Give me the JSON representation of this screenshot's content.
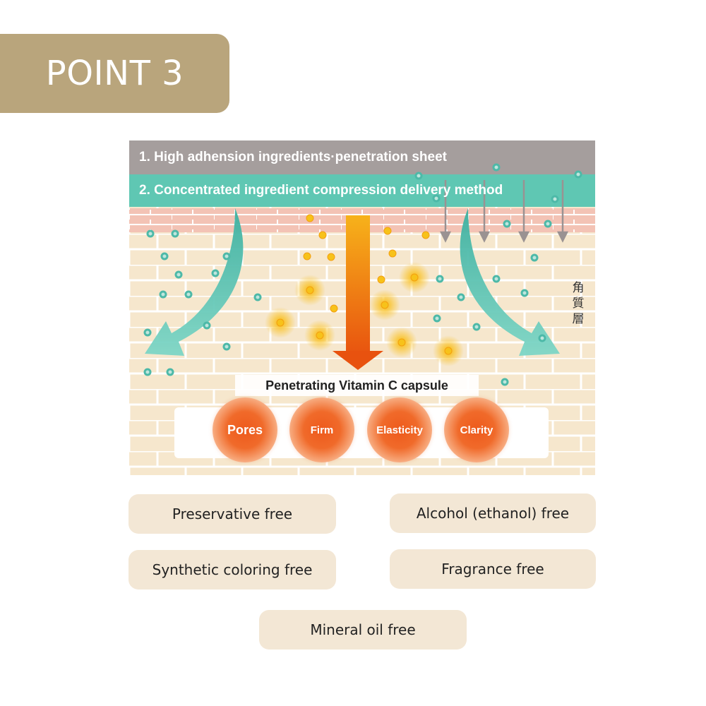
{
  "point_badge": {
    "label": "POINT 3"
  },
  "illustration": {
    "band_1": "1. High adhension ingredients·penetration sheet",
    "band_2": "2. Concentrated ingredient compression delivery method",
    "layer_label": "角質層",
    "capsule_title": "Penetrating Vitamin C capsule",
    "capsules": [
      "Pores",
      "Firm",
      "Elasticity",
      "Clarity"
    ],
    "colors": {
      "band_1": "#a59e9d",
      "band_2": "#5fc7b3",
      "teal_arrow": "#4dbcaa",
      "orange_arrow": "#ee6a17",
      "skin_brick": "#f5e6cc",
      "capsule_orange": "#ee5a1c"
    }
  },
  "free_from": [
    "Preservative free",
    "Alcohol (ethanol) free",
    "Synthetic coloring free",
    "Fragrance free",
    "Mineral oil free"
  ],
  "colors": {
    "badge": "#b9a57c",
    "pill": "#f3e7d5"
  }
}
